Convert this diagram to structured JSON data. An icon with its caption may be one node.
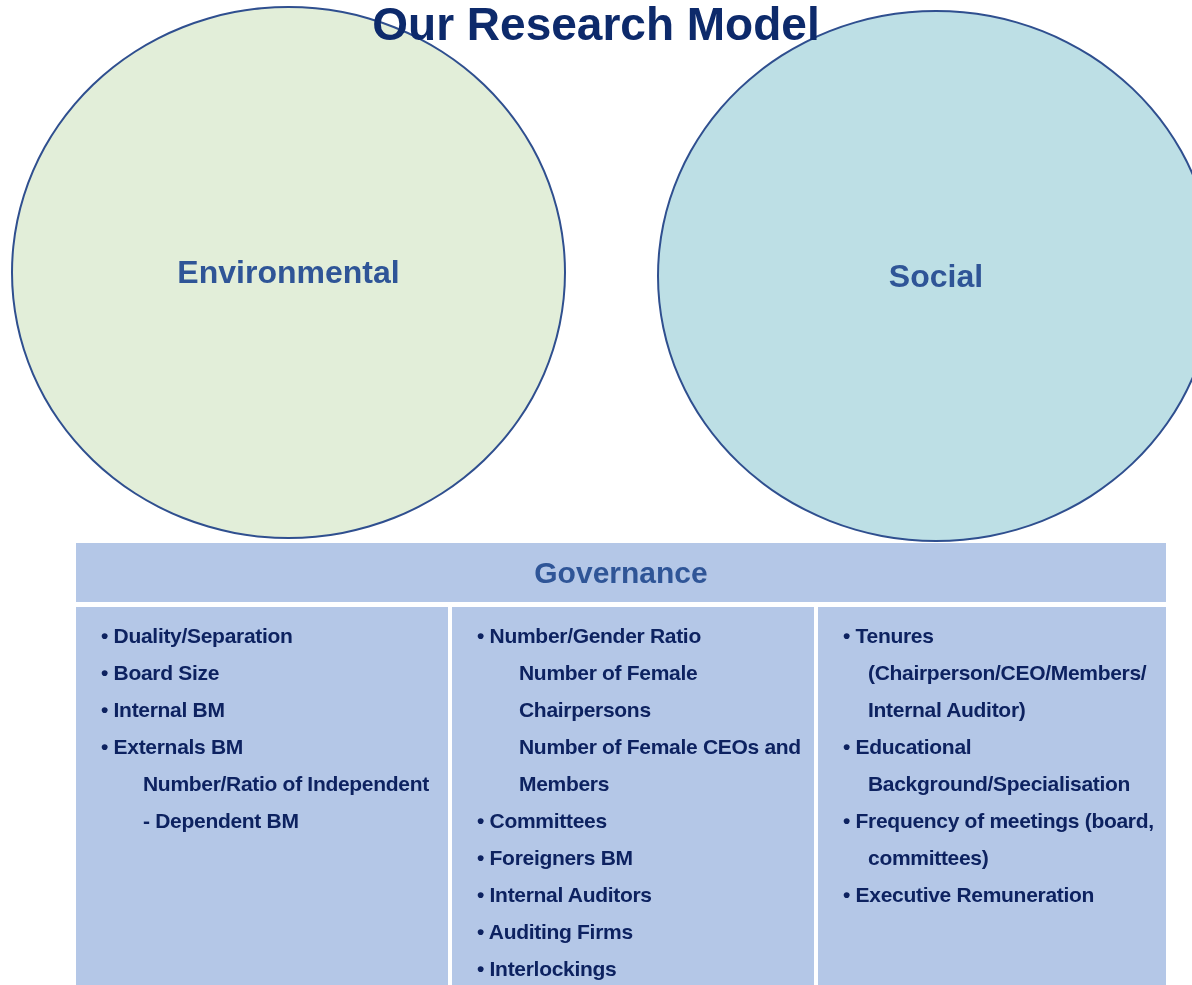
{
  "diagram": {
    "title": "Our Research Model",
    "nodes": [
      {
        "text": [
          "Environmental"
        ]
      },
      {
        "text": [
          "Social"
        ]
      },
      {
        "text": [
          "Governance"
        ]
      },
      {
        "text": [
          "• Duality/Separation",
          "• Board Size",
          "• Internal BM",
          "• Externals BM",
          "Number/Ratio of Independent - Dependent BM"
        ],
        "in": 2
      },
      {
        "text": [
          "• Number/Gender Ratio",
          "Number of Female Chairpersons",
          "Number of Female CEOs and Members",
          "• Committees",
          "• Foreigners BM",
          "• Internal Auditors",
          "• Auditing Firms",
          "• Interlockings"
        ],
        "in": 2
      },
      {
        "text": [
          "• Tenures (Chairperson/CEO/Members/ Internal Auditor)",
          "• Educational Background/Specialisation",
          "• Frequency of meetings (board, committees)",
          "• Executive Remuneration"
        ],
        "in": 2
      }
    ]
  }
}
